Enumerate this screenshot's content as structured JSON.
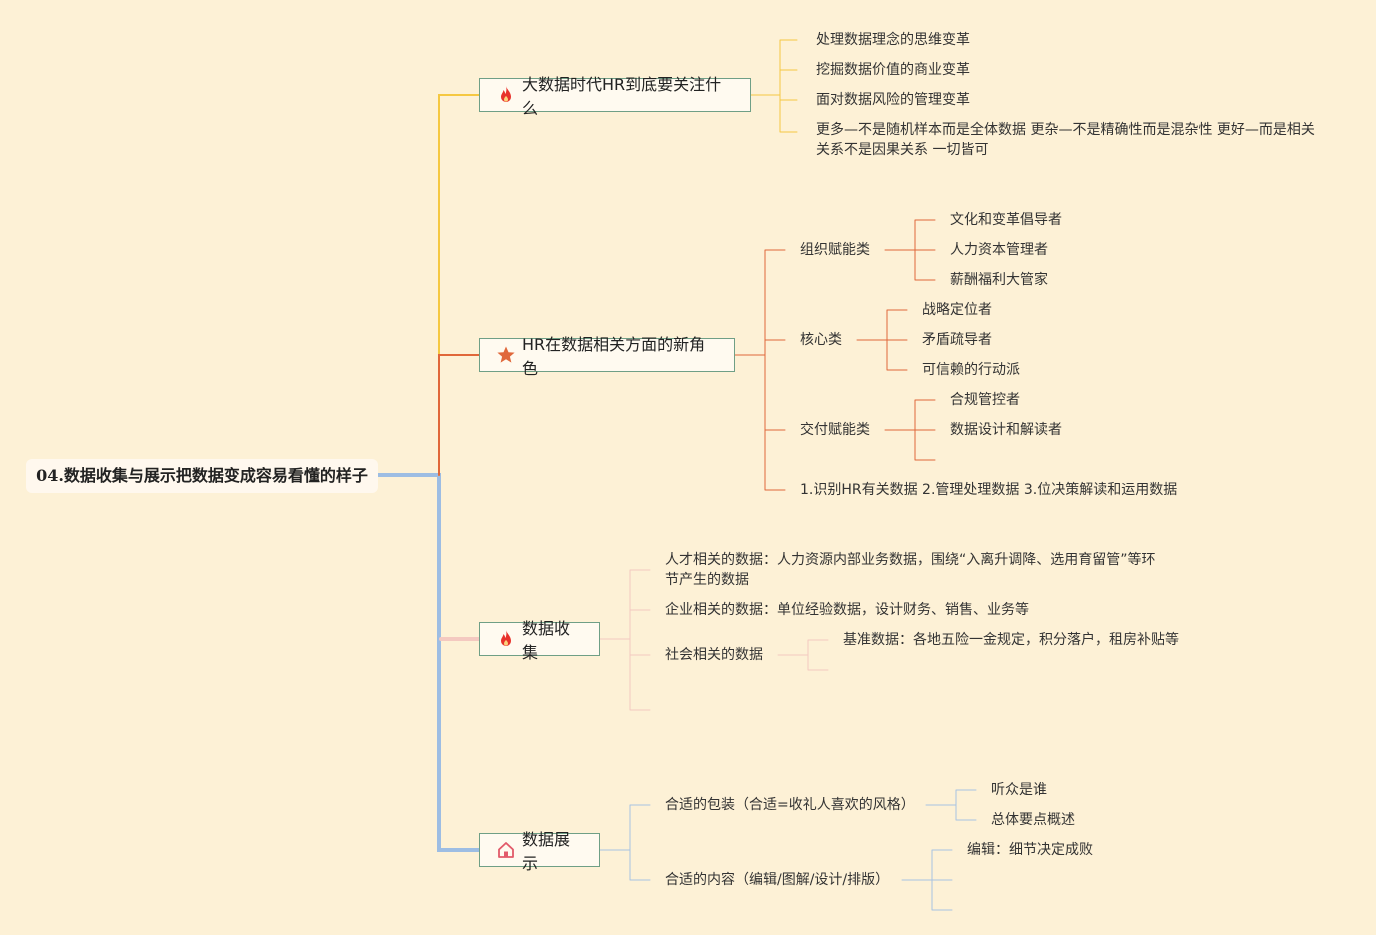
{
  "root": {
    "label": "04.数据收集与展示把数据变成容易看懂的样子"
  },
  "branches": [
    {
      "label": "大数据时代HR到底要关注什么",
      "icon": "fire-icon",
      "color": "#f5c842",
      "children": [
        {
          "label": "处理数据理念的思维变革"
        },
        {
          "label": "挖掘数据价值的商业变革"
        },
        {
          "label": "面对数据风险的管理变革"
        },
        {
          "label": "更多—不是随机样本而是全体数据 更杂—不是精确性而是混杂性 更好—而是相关关系不是因果关系 一切皆可"
        }
      ]
    },
    {
      "label": "HR在数据相关方面的新角色",
      "icon": "star-icon",
      "color": "#e0673a",
      "children": [
        {
          "label": "组织赋能类",
          "children": [
            {
              "label": "文化和变革倡导者"
            },
            {
              "label": "人力资本管理者"
            },
            {
              "label": "薪酬福利大管家"
            }
          ]
        },
        {
          "label": "核心类",
          "children": [
            {
              "label": "战略定位者"
            },
            {
              "label": "矛盾疏导者"
            },
            {
              "label": "可信赖的行动派"
            }
          ]
        },
        {
          "label": "交付赋能类",
          "children": [
            {
              "label": "合规管控者"
            },
            {
              "label": "数据设计和解读者"
            }
          ]
        },
        {
          "label": "1.识别HR有关数据 2.管理处理数据 3.位决策解读和运用数据"
        }
      ]
    },
    {
      "label": "数据收集",
      "icon": "fire-icon",
      "color": "#f4c9c0",
      "children": [
        {
          "label": "人才相关的数据：人力资源内部业务数据，围绕“入离升调降、选用育留管”等环节产生的数据"
        },
        {
          "label": "企业相关的数据：单位经验数据，设计财务、销售、业务等"
        },
        {
          "label": "社会相关的数据",
          "children": [
            {
              "label": "基准数据：各地五险一金规定，积分落户，租房补贴等"
            }
          ]
        }
      ]
    },
    {
      "label": "数据展示",
      "icon": "home-icon",
      "color": "#a8c2e2",
      "children": [
        {
          "label": "合适的包装（合适=收礼人喜欢的风格）",
          "children": [
            {
              "label": "听众是谁"
            },
            {
              "label": "总体要点概述"
            }
          ]
        },
        {
          "label": "合适的内容（编辑/图解/设计/排版）",
          "children": [
            {
              "label": "编辑：细节决定成败"
            }
          ]
        }
      ]
    }
  ],
  "colors": {
    "background": "#fdf1d6",
    "root_trunk": "#9dbde3",
    "node_border": "#6f9f86",
    "fire": "#e8312a",
    "star": "#e0673a",
    "home": "#e25a6a"
  }
}
